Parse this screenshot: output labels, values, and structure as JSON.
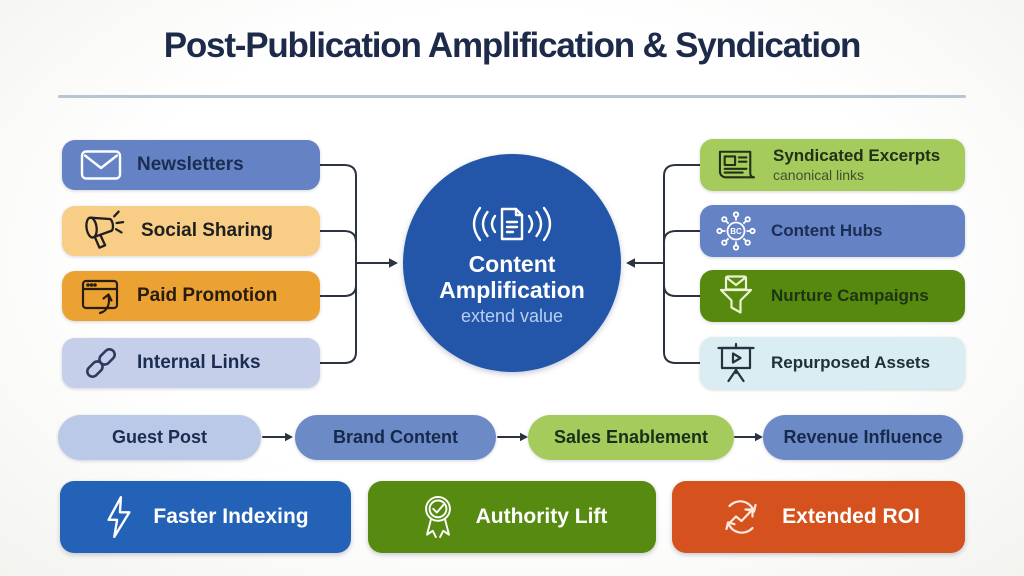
{
  "title": "Post-Publication Amplification & Syndication",
  "colors": {
    "background": "#fcfcfb",
    "title_text": "#1d2a4a",
    "divider": "#b6c4d4",
    "connector_stroke": "#2b3240"
  },
  "center": {
    "line1": "Content",
    "line2": "Amplification",
    "subtitle": "extend value",
    "icon": "broadcast-document-icon",
    "bg": "#2355a9",
    "text_color": "#ffffff",
    "subtitle_color": "#b9cff2"
  },
  "left_column": [
    {
      "label": "Newsletters",
      "icon": "envelope-icon",
      "bg": "#6583c4",
      "text_color": "#1b2d52"
    },
    {
      "label": "Social Sharing",
      "icon": "megaphone-icon",
      "bg": "#f8cd85",
      "text_color": "#1f1f1f"
    },
    {
      "label": "Paid Promotion",
      "icon": "browser-arrow-icon",
      "bg": "#eca233",
      "text_color": "#261d10"
    },
    {
      "label": "Internal Links",
      "icon": "chain-link-icon",
      "bg": "#c5cfe9",
      "text_color": "#1b2d52"
    }
  ],
  "right_column": [
    {
      "label": "Syndicated Excerpts",
      "sublabel": "canonical links",
      "icon": "newspaper-icon",
      "bg": "#a6cb5d",
      "text_color": "#223018",
      "sublabel_color": "#43502f"
    },
    {
      "label": "Content Hubs",
      "hub_text": "BC",
      "icon": "hub-network-icon",
      "bg": "#6583c4",
      "text_color": "#1b2d52"
    },
    {
      "label": "Nurture Campaigns",
      "icon": "funnel-mail-icon",
      "bg": "#57890f",
      "text_color": "#1d3414"
    },
    {
      "label": "Repurposed Assets",
      "icon": "presentation-play-icon",
      "bg": "#d9edf2",
      "text_color": "#20303c"
    }
  ],
  "flow_row": [
    {
      "label": "Guest Post",
      "bg": "#bac9e7",
      "text_color": "#1b2c52"
    },
    {
      "label": "Brand Content",
      "bg": "#6c8bc6",
      "text_color": "#16294d"
    },
    {
      "label": "Sales Enablement",
      "bg": "#a6cb5d",
      "text_color": "#17301a"
    },
    {
      "label": "Revenue Influence",
      "bg": "#6c8bc6",
      "text_color": "#16294d"
    }
  ],
  "bottom_row": [
    {
      "label": "Faster Indexing",
      "icon": "lightning-icon",
      "bg": "#2462b8",
      "text_color": "#ffffff"
    },
    {
      "label": "Authority Lift",
      "icon": "award-badge-icon",
      "bg": "#568a10",
      "text_color": "#ffffff"
    },
    {
      "label": "Extended ROI",
      "icon": "roi-cycle-icon",
      "bg": "#d5511d",
      "text_color": "#ffffff"
    }
  ]
}
